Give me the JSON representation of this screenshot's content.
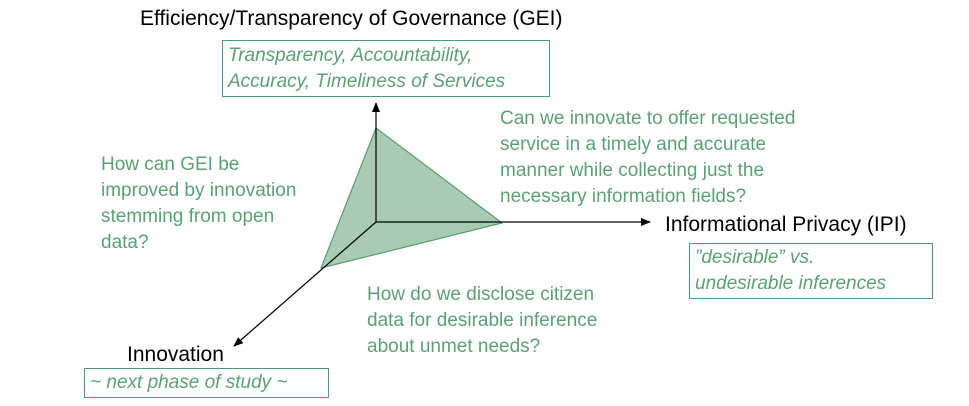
{
  "axes": {
    "gei": {
      "title": "Efficiency/Transparency of Governance (GEI)",
      "box_lines": [
        "Transparency, Accountability,",
        "Accuracy, Timeliness of Services"
      ]
    },
    "ipi": {
      "title": "Informational Privacy (IPI)",
      "box_lines": [
        "”desirable” vs.",
        "undesirable inferences"
      ]
    },
    "innovation": {
      "title": "Innovation",
      "box_lines": [
        "~ next phase of study ~"
      ]
    }
  },
  "questions": {
    "gei_innovation": [
      "How can GEI be",
      "improved by innovation",
      "stemming from open",
      "data?"
    ],
    "gei_ipi": [
      "Can we innovate to offer requested",
      "service in a timely and accurate",
      "manner while collecting just the",
      "necessary information fields?"
    ],
    "ipi_innovation": [
      "How do we disclose citizen",
      "data for desirable inference",
      "about unmet needs?"
    ]
  },
  "colors": {
    "accent_text": "#5aa272",
    "box_border": "#4a9a82",
    "triangle_fill": "#a9cbb3",
    "triangle_stroke": "#5b9b72"
  }
}
